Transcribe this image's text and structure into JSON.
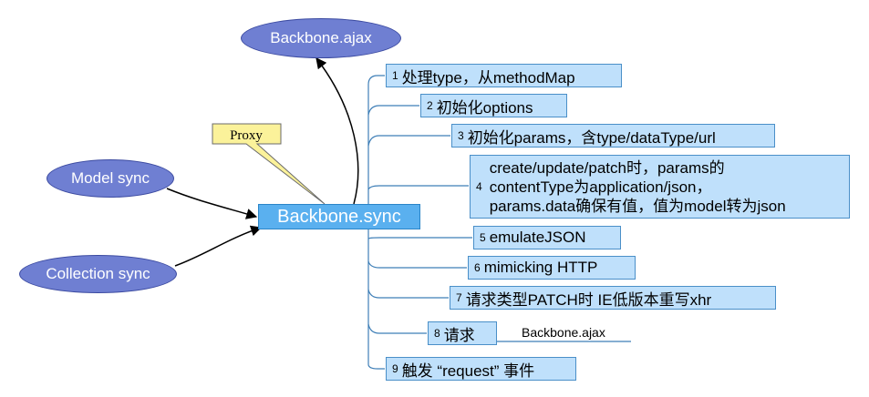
{
  "nodes": {
    "center": "Backbone.sync",
    "ajax": "Backbone.ajax",
    "model_sync": "Model sync",
    "collection_sync": "Collection sync",
    "proxy": "Proxy"
  },
  "steps": [
    {
      "num": "1",
      "text": "处理type，从methodMap"
    },
    {
      "num": "2",
      "text": "初始化options"
    },
    {
      "num": "3",
      "text": "初始化params，含type/dataType/url"
    },
    {
      "num": "4",
      "lines": [
        "create/update/patch时，params的",
        "contentType为application/json，",
        "params.data确保有值，值为model转为json"
      ]
    },
    {
      "num": "5",
      "text": "emulateJSON"
    },
    {
      "num": "6",
      "text": "mimicking HTTP"
    },
    {
      "num": "7",
      "text": "请求类型PATCH时 IE低版本重写xhr"
    },
    {
      "num": "8",
      "text": "请求"
    },
    {
      "num": "9",
      "text": "触发 “request” 事件"
    }
  ],
  "step8_note": "Backbone.ajax",
  "colors": {
    "oval_fill": "#6f7fd2",
    "center_fill": "#5ab0ef",
    "step_fill": "#bfe0fb",
    "connector": "#3f7fb7",
    "callout_fill": "#fbf29a"
  }
}
